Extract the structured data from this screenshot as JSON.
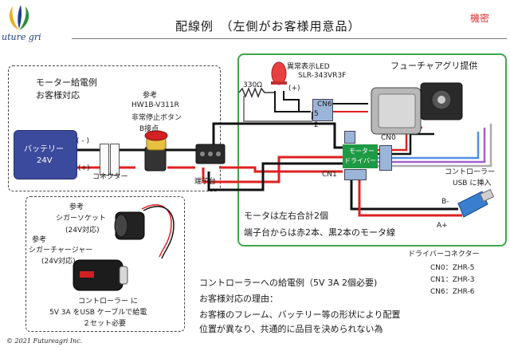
{
  "header": {
    "title": "配線例　（左側がお客様用意品）",
    "confidential": "機密",
    "logo_text": "uture  gri"
  },
  "customer_box": {
    "title": "モーター給電例",
    "subtitle": "お客様対応"
  },
  "battery": {
    "label": "バッテリー",
    "voltage": "24V"
  },
  "polarity": {
    "minus": "( - )",
    "plus": "(+)"
  },
  "connector_label": "コネクター",
  "switch": {
    "ref": "参考",
    "model": "HW1B-V311R",
    "name": "非常停止ボタン",
    "contact": "B接点"
  },
  "terminal_block_label": "端子台",
  "supplied_label": "フューチャアグリ提供",
  "led": {
    "label": "異常表示LED",
    "model": "SLR-343VR3F",
    "resistor": "330Ω",
    "plus": "(+)"
  },
  "driver": {
    "line1": "モーター",
    "line2": "ドライバー"
  },
  "ports": {
    "cn6": "CN6",
    "cn0": "CN0",
    "cn1": "CN1",
    "pin5": "5",
    "pin2": "2"
  },
  "controller": {
    "label": "コントローラー",
    "usb": "USB に挿入",
    "b_minus": "B-",
    "a_plus": "A+"
  },
  "motor_notes": [
    "モータは左右合計2個",
    "端子台からは赤2本、黒2本のモータ線"
  ],
  "driver_connectors": {
    "title": "ドライバーコネクター",
    "items": [
      "CN0：ZHR-5",
      "CN1：ZHR-3",
      "CN6：ZHR-6"
    ]
  },
  "power_box": {
    "ref1": "参考",
    "socket": "シガーソケット",
    "socket_spec": "(24V対応)",
    "ref2": "参考",
    "charger": "シガーチャージャー",
    "charger_spec": "(24V対応)",
    "note1": "コントローラー に",
    "note2": "5V 3A をUSB ケーブルで給電",
    "note3": "２セット必要"
  },
  "controller_power": {
    "title": "コントローラーへの給電例（5V 3A 2個必要)",
    "reason_title": "お客様対応の理由：",
    "reason1": "お客様のフレーム、バッテリー等の形状により配置",
    "reason2": "位置が異なり、共通的に品目を決められない為"
  },
  "footer": "© 2021 Futureagri Inc.",
  "colors": {
    "green": "#3fa64a",
    "battery": "#3b4a9c",
    "driver": "#1f9a44",
    "wire_red": "#e02020",
    "wire_black": "#111111"
  }
}
